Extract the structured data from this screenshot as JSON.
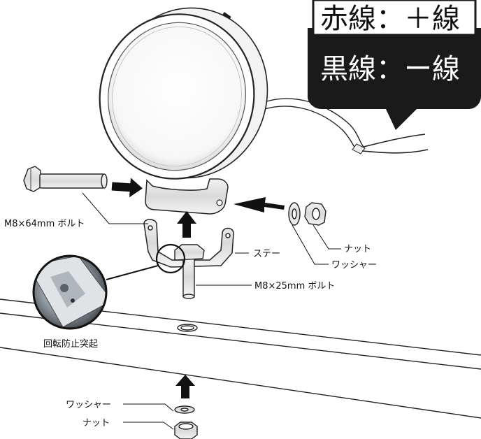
{
  "callout": {
    "red_wire": "赤線：＋線",
    "black_wire": "黒線：ー線"
  },
  "labels": {
    "bolt_64": "M8×64mm ボルト",
    "stay": "ステー",
    "nut_top": "ナット",
    "washer_top": "ワッシャー",
    "bolt_25": "M8×25mm ボルト",
    "anti_rotation": "回転防止突起",
    "washer_bottom": "ワッシャー",
    "nut_bottom": "ナット"
  },
  "colors": {
    "callout_bg": "#1a1a1a",
    "line": "#222222"
  }
}
